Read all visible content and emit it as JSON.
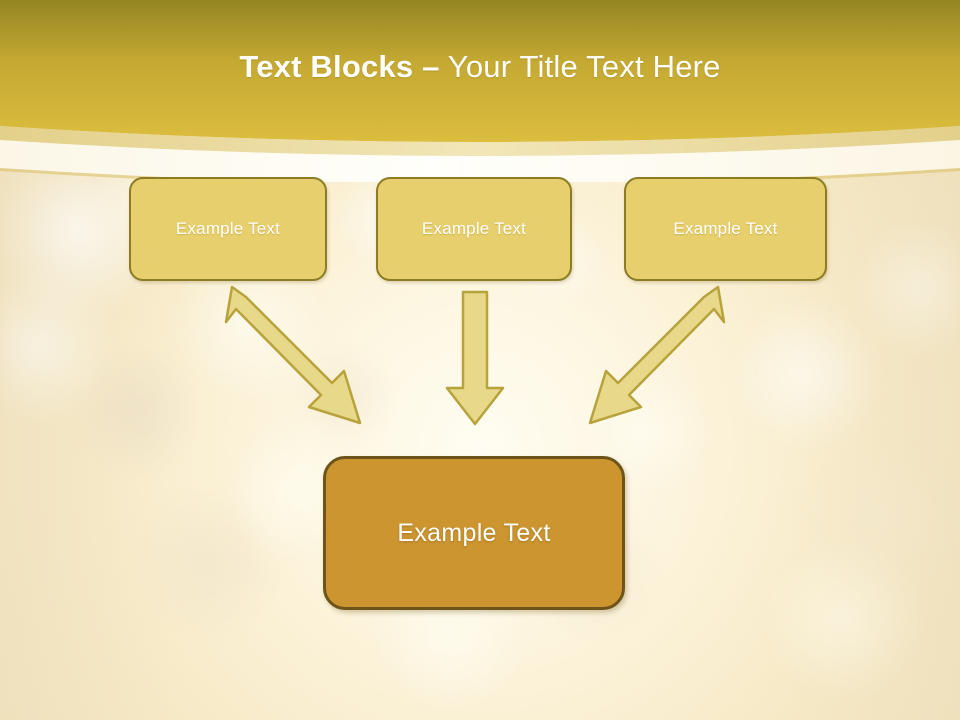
{
  "slide": {
    "title_strong": "Text Blocks –",
    "title_light": " Your Title Text Here",
    "title_full": "Text Blocks – Your Title Text Here"
  },
  "theme": {
    "banner_top": "#9A8A28",
    "banner_bottom": "#D9B93A",
    "banner_band_gold": "#EDDDA2",
    "banner_band_white": "#FFFDF4",
    "background_cream": "#FAF0D2",
    "top_box_fill": "#E7CF6D",
    "top_box_border": "#8C7C24",
    "bottom_box_fill": "#CC9530",
    "bottom_box_border": "#6E5418",
    "arrow_fill": "#E8D98A",
    "arrow_stroke": "#B8A23C",
    "text_white": "#FFFFFF"
  },
  "top_boxes": [
    {
      "label": "Example Text"
    },
    {
      "label": "Example Text"
    },
    {
      "label": "Example Text"
    }
  ],
  "bottom_box": {
    "label": "Example Text"
  },
  "arrows": [
    {
      "name": "arrow-left-diagonal",
      "direction": "down-right"
    },
    {
      "name": "arrow-center-vertical",
      "direction": "down"
    },
    {
      "name": "arrow-right-diagonal",
      "direction": "down-left"
    }
  ]
}
